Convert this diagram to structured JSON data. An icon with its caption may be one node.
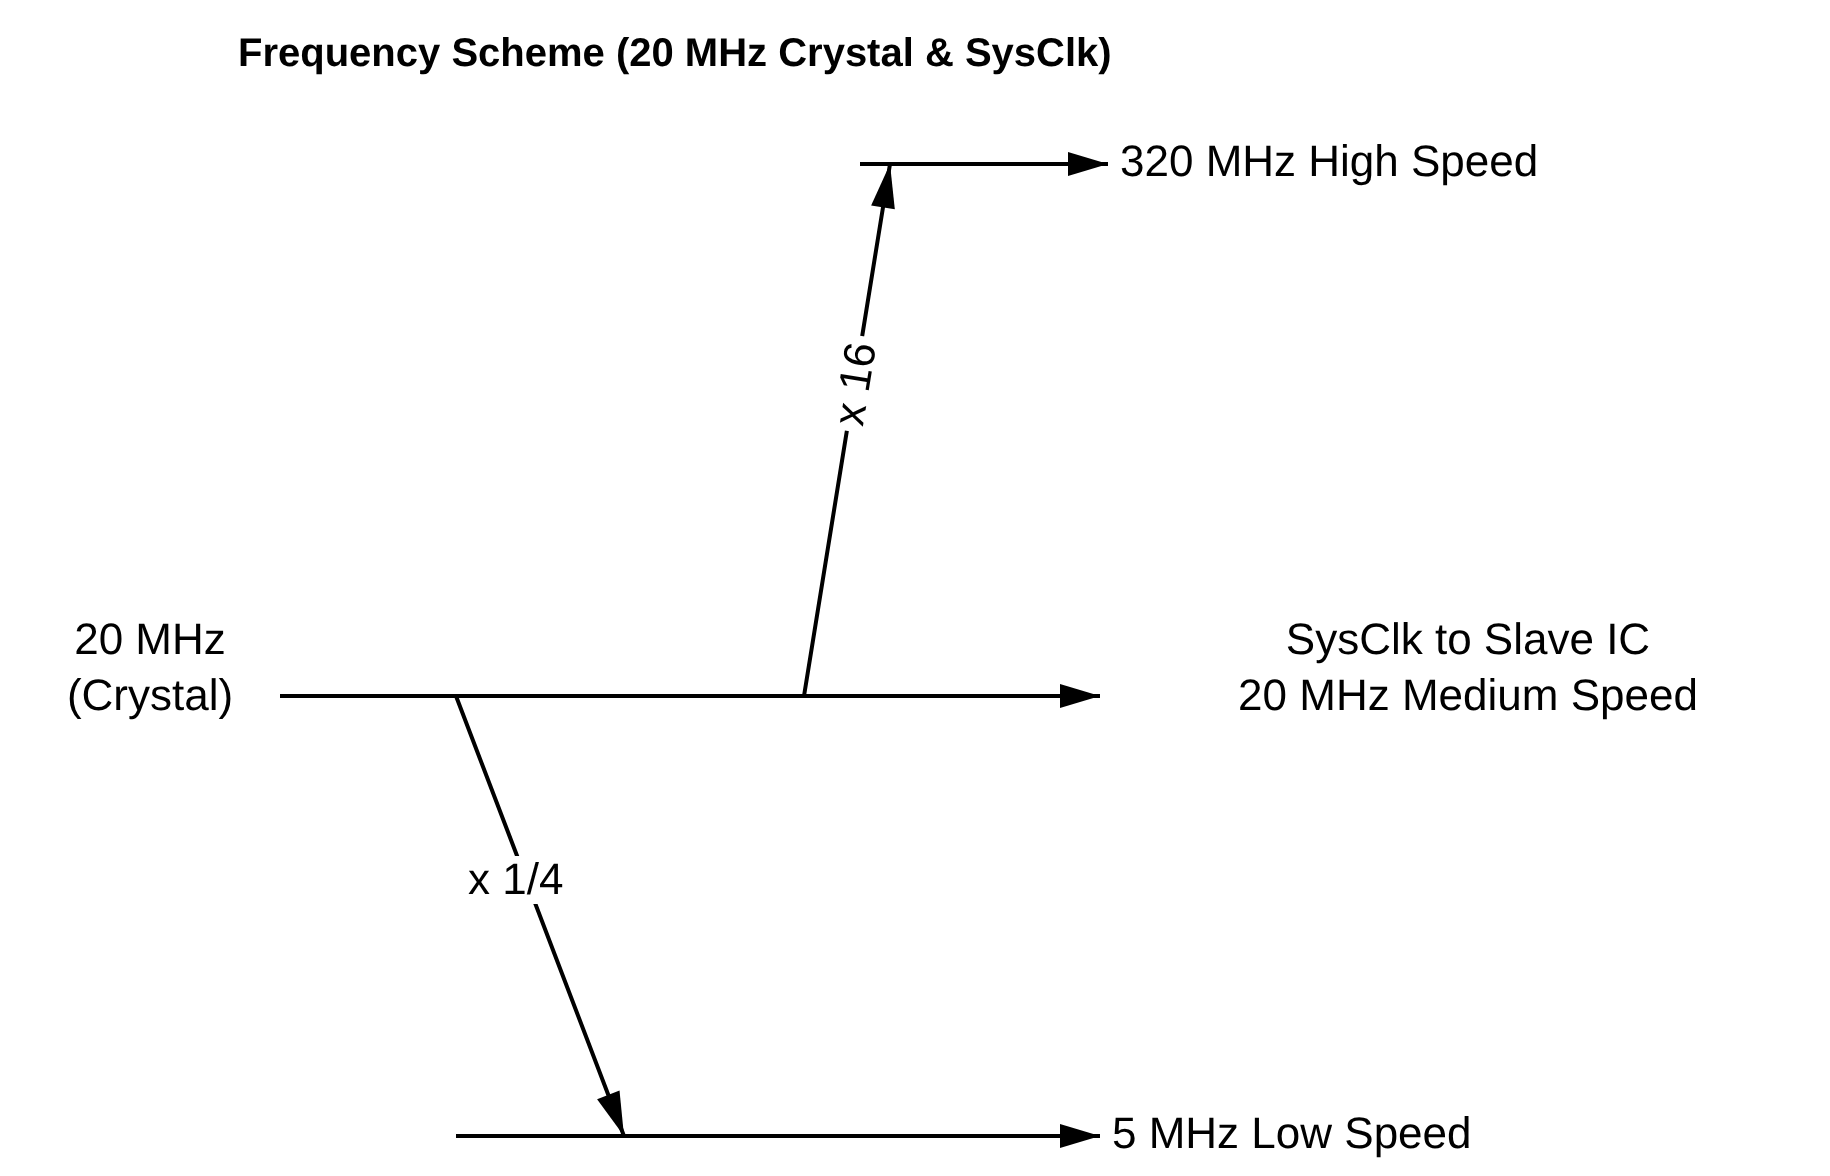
{
  "diagram": {
    "title": "Frequency Scheme (20 MHz Crystal & SysClk)",
    "nodes": [
      {
        "text": [
          "20 MHz (Crystal)"
        ]
      },
      {
        "text": [
          "SysClk to Slave IC",
          "20 MHz Medium Speed"
        ]
      },
      {
        "text": [
          "320 MHz High Speed"
        ]
      },
      {
        "text": [
          "5 MHz Low Speed"
        ]
      }
    ],
    "edges": [
      {
        "from": 0,
        "to": 1,
        "arrow": "to"
      },
      {
        "from": 0,
        "to": 2,
        "arrow": "to",
        "label": "x 16"
      },
      {
        "from": 0,
        "to": 3,
        "arrow": "to",
        "label": "x 1/4"
      }
    ]
  }
}
